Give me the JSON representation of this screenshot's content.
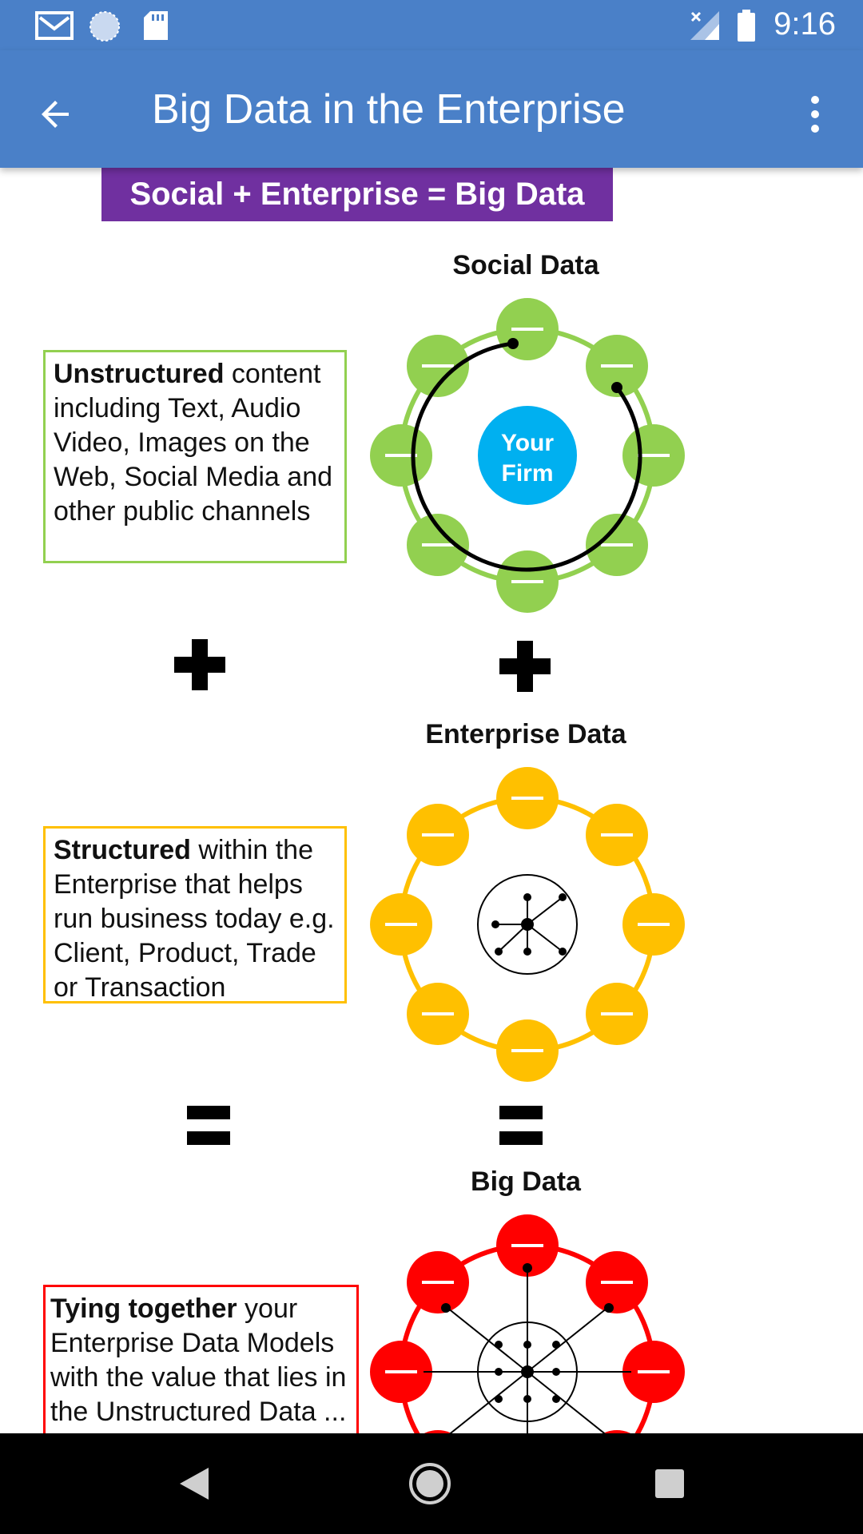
{
  "status_bar": {
    "time": "9:16",
    "icons": [
      "gmail-icon",
      "sync-icon",
      "sd-card-icon",
      "signal-off-icon",
      "battery-icon"
    ]
  },
  "app_bar": {
    "title": "Big Data in the Enterprise",
    "back_icon": "arrow-back-icon",
    "menu_icon": "more-vert-icon"
  },
  "content": {
    "banner": "Social + Enterprise = Big Data",
    "social": {
      "title": "Social Data",
      "description_bold": "Unstructured",
      "description_rest": " content including Text, Audio Video, Images on the Web, Social Media and other public channels",
      "center_label_line1": "Your",
      "center_label_line2": "Firm"
    },
    "enterprise": {
      "title": "Enterprise Data",
      "description_bold": "Structured",
      "description_rest": " within the Enterprise that helps run business today e.g. Client, Product, Trade or Transaction"
    },
    "big_data": {
      "title": "Big Data",
      "description_bold": "Tying together",
      "description_rest": " your Enterprise Data Models with the value that lies in the Unstructured Data ..."
    },
    "plus_symbol": "plus-icon",
    "equals_symbol": "equals-icon"
  },
  "colors": {
    "app_bar": "#4a80c8",
    "banner": "#7030a0",
    "social": "#92d050",
    "enterprise": "#ffc000",
    "big_data": "#ff0000",
    "firm": "#00b0f0"
  },
  "nav_bar": {
    "back": "nav-back-icon",
    "home": "nav-home-icon",
    "recents": "nav-recents-icon"
  }
}
